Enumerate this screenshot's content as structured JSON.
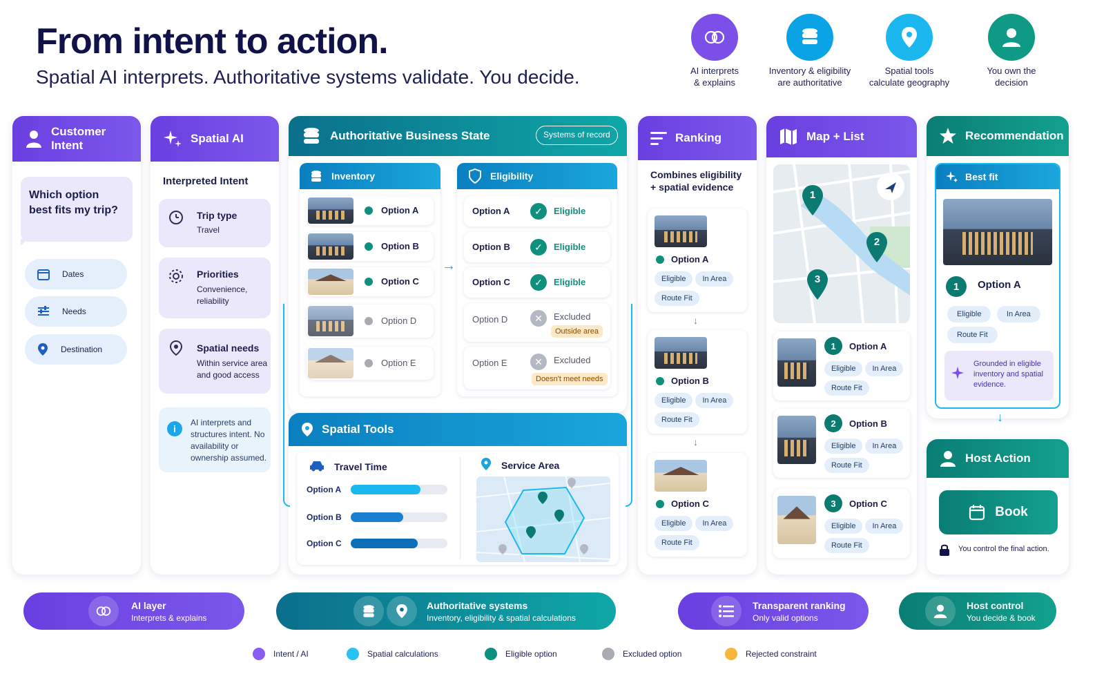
{
  "header": {
    "title": "From intent to action.",
    "subtitle": "Spatial AI interprets. Authoritative systems validate.  You decide."
  },
  "top_icons": [
    {
      "icon": "brain-icon",
      "color": "#7b4fe8",
      "label1": "AI interprets",
      "label2": "& explains"
    },
    {
      "icon": "database-icon",
      "color": "#0aa3e6",
      "label1": "Inventory & eligibility",
      "label2": "are authoritative"
    },
    {
      "icon": "location-pin-icon",
      "color": "#1ab8ee",
      "label1": "Spatial tools",
      "label2": "calculate geography"
    },
    {
      "icon": "user-icon",
      "color": "#0f9a86",
      "label1": "You own the",
      "label2": "decision"
    }
  ],
  "customer": {
    "header": "Customer Intent",
    "question": "Which option best fits my trip?",
    "items": [
      "Dates",
      "Needs",
      "Destination"
    ]
  },
  "spatial_ai": {
    "header": "Spatial AI",
    "section": "Interpreted Intent",
    "cards": [
      {
        "title": "Trip type",
        "sub": "Travel"
      },
      {
        "title": "Priorities",
        "sub": "Convenience, reliability"
      },
      {
        "title": "Spatial needs",
        "sub": "Within service area and good access"
      }
    ],
    "note": "AI interprets and structures intent. No availability or ownership assumed."
  },
  "business": {
    "header": "Authoritative Business State",
    "badge": "Systems of record",
    "inventory_header": "Inventory",
    "inventory": [
      "Option A",
      "Option B",
      "Option C",
      "Option D",
      "Option E"
    ],
    "eligibility_header": "Eligibility",
    "eligibility": [
      {
        "option": "Option A",
        "status": "Eligible",
        "reason": ""
      },
      {
        "option": "Option B",
        "status": "Eligible",
        "reason": ""
      },
      {
        "option": "Option C",
        "status": "Eligible",
        "reason": ""
      },
      {
        "option": "Option D",
        "status": "Excluded",
        "reason": "Outside area"
      },
      {
        "option": "Option E",
        "status": "Excluded",
        "reason": "Doesn't meet needs"
      }
    ]
  },
  "spatial_tools": {
    "header": "Spatial Tools",
    "travel_time": "Travel Time",
    "service_area": "Service Area",
    "bars": [
      {
        "label": "Option A",
        "value": 0.72
      },
      {
        "label": "Option B",
        "value": 0.54
      },
      {
        "label": "Option C",
        "value": 0.69
      }
    ]
  },
  "ranking": {
    "header": "Ranking",
    "desc": "Combines eligibility + spatial evidence",
    "items": [
      {
        "name": "Option A",
        "tags": [
          "Eligible",
          "In Area",
          "Route Fit"
        ]
      },
      {
        "name": "Option B",
        "tags": [
          "Eligible",
          "In Area",
          "Route Fit"
        ]
      },
      {
        "name": "Option C",
        "tags": [
          "Eligible",
          "In Area",
          "Route Fit"
        ]
      }
    ]
  },
  "map_list": {
    "header": "Map + List",
    "pins": [
      "1",
      "2",
      "3"
    ],
    "items": [
      {
        "n": "1",
        "name": "Option A",
        "tags": [
          "Eligible",
          "In Area",
          "Route Fit"
        ]
      },
      {
        "n": "2",
        "name": "Option B",
        "tags": [
          "Eligible",
          "In Area",
          "Route Fit"
        ]
      },
      {
        "n": "3",
        "name": "Option C",
        "tags": [
          "Eligible",
          "In Area",
          "Route Fit"
        ]
      }
    ]
  },
  "recommendation": {
    "header": "Recommendation",
    "best_fit": "Best fit",
    "n": "1",
    "name": "Option A",
    "tags": [
      "Eligible",
      "In Area",
      "Route Fit"
    ],
    "grounded": "Grounded in eligible inventory and spatial evidence.",
    "host_header": "Host Action",
    "book": "Book",
    "control": "You control the final action."
  },
  "bottom": [
    {
      "title": "AI layer",
      "sub": "Interprets & explains"
    },
    {
      "title": "Authoritative systems",
      "sub": "Inventory, eligibility & spatial calculations"
    },
    {
      "title": "Transparent ranking",
      "sub": "Only valid options"
    },
    {
      "title": "Host control",
      "sub": "You decide & book"
    }
  ],
  "legend": [
    {
      "label": "Intent / AI",
      "color": "#8a5cf0"
    },
    {
      "label": "Spatial calculations",
      "color": "#29c2f0"
    },
    {
      "label": "Eligible option",
      "color": "#0f8f7d"
    },
    {
      "label": "Excluded option",
      "color": "#a9abb3"
    },
    {
      "label": "Rejected constraint",
      "color": "#f5b73b"
    }
  ]
}
